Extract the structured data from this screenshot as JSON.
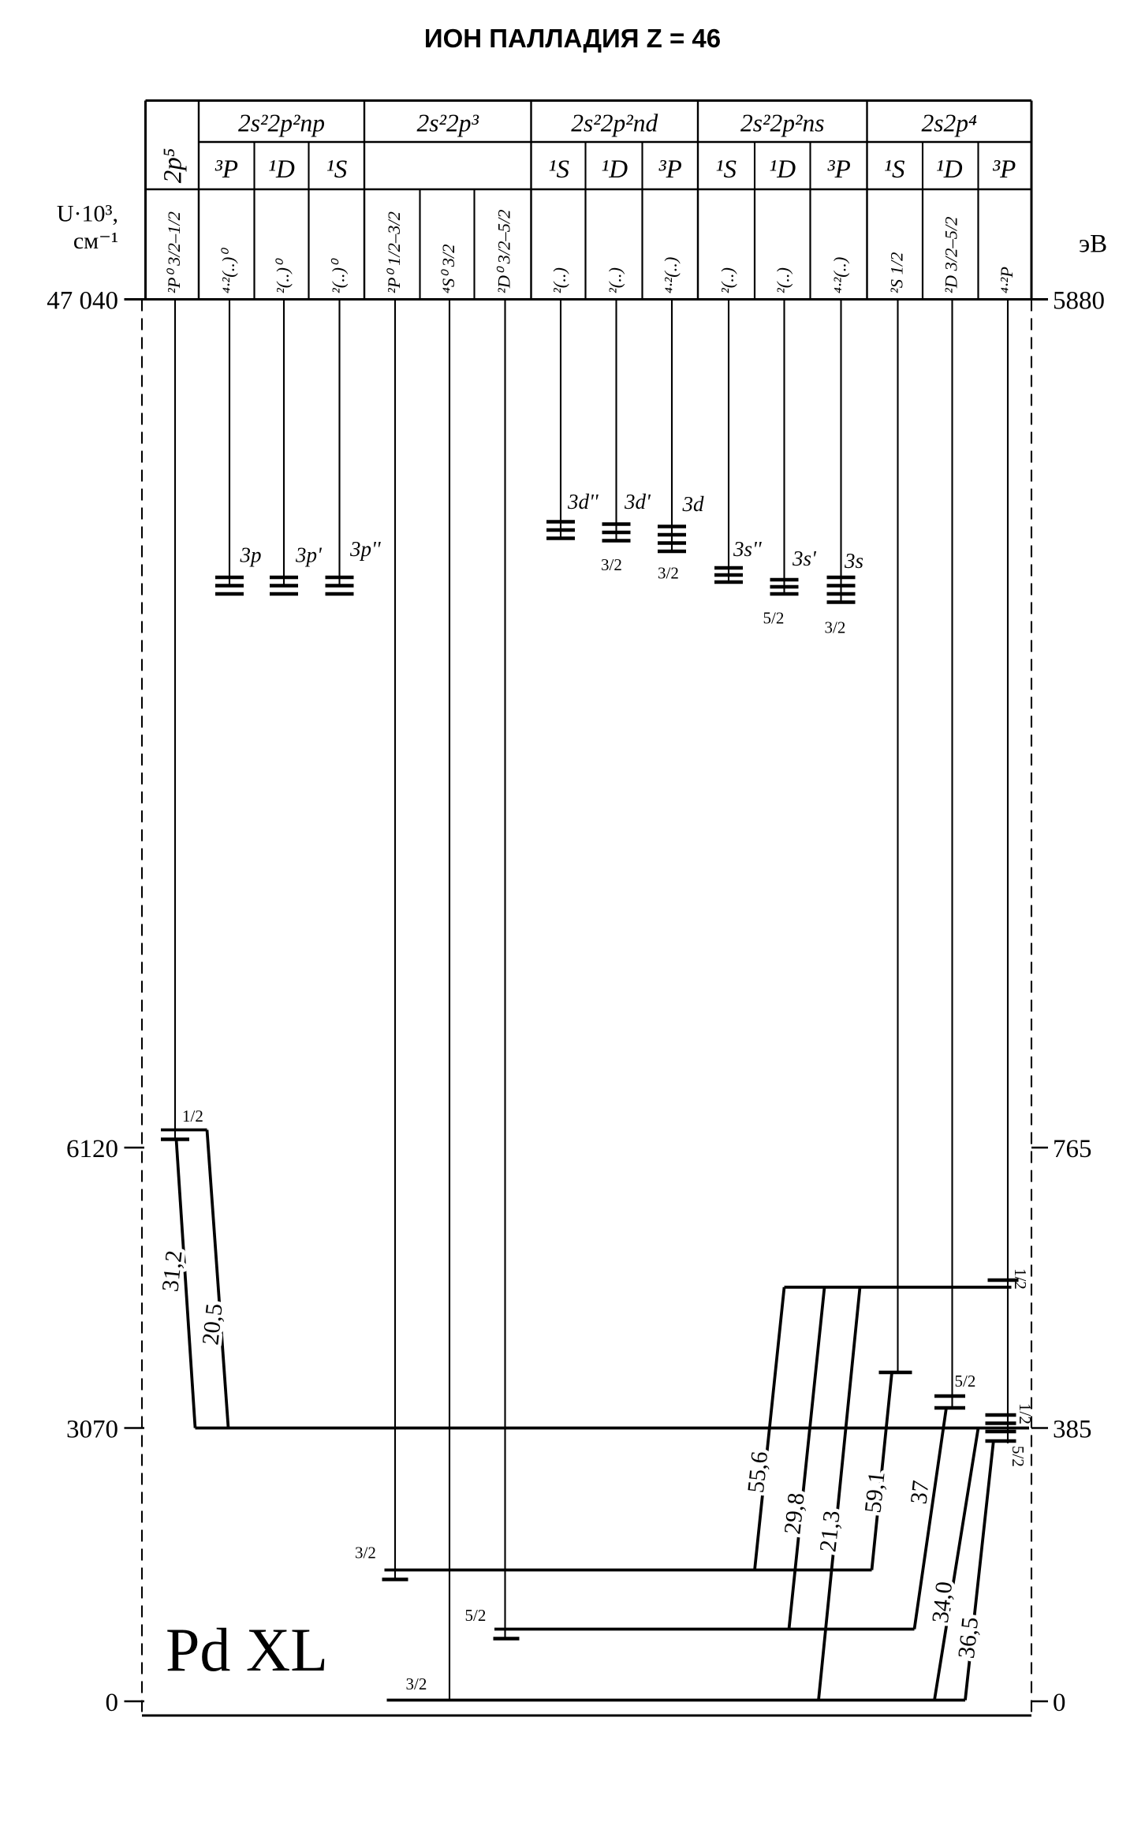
{
  "title": "ИОН ПАЛЛАДИЯ  Z = 46",
  "ion_label": "Pd XL",
  "left_axis": {
    "unit_line1": "U·10³,",
    "unit_line2": "см⁻¹",
    "ticks": [
      {
        "label": "47 040",
        "value": 47040
      },
      {
        "label": "6120",
        "value": 6120
      },
      {
        "label": "3070",
        "value": 3070
      },
      {
        "label": "0",
        "value": 0
      }
    ]
  },
  "right_axis": {
    "unit": "эВ",
    "ticks": [
      {
        "label": "5880",
        "value": 5880
      },
      {
        "label": "765",
        "value": 765
      },
      {
        "label": "385",
        "value": 385
      },
      {
        "label": "0",
        "value": 0
      }
    ]
  },
  "header": {
    "first_column": "2p⁵",
    "groups": [
      {
        "label": "2s²2p²np",
        "terms": [
          "³P",
          "¹D",
          "¹S"
        ]
      },
      {
        "label": "2s²2p³",
        "terms": []
      },
      {
        "label": "2s²2p²nd",
        "terms": [
          "¹S",
          "¹D",
          "³P"
        ]
      },
      {
        "label": "2s²2p²ns",
        "terms": [
          "¹S",
          "¹D",
          "³P"
        ]
      },
      {
        "label": "2s2p⁴",
        "terms": [
          "¹S",
          "¹D",
          "³P"
        ]
      }
    ],
    "column_terms": [
      "²P⁰ 3/2–1/2",
      "⁴·²(..)⁰",
      "²(..)⁰",
      "²(..)⁰",
      "²P⁰ 1/2–3/2",
      "⁴S⁰ 3/2",
      "²D⁰ 3/2–5/2",
      "²(..)",
      "²(..)",
      "⁴·²(..)",
      "²(..)",
      "²(..)",
      "⁴·²(..)",
      "²S 1/2",
      "²D 3/2–5/2",
      "⁴·²P"
    ]
  },
  "level_labels": [
    "3p",
    "3p'",
    "3p''",
    "3d''",
    "3d'",
    "3d",
    "3/2",
    "3/2",
    "3s''",
    "3s'",
    "3s",
    "5/2",
    "3/2",
    "1/2",
    "1/2",
    "5/2",
    "1/2",
    "5/2",
    "3/2",
    "5/2",
    "3/2"
  ],
  "transitions": [
    "31,2",
    "20,5",
    "55,6",
    "29,8",
    "21,3",
    "59,1",
    "37",
    "34,0",
    "36,5"
  ]
}
